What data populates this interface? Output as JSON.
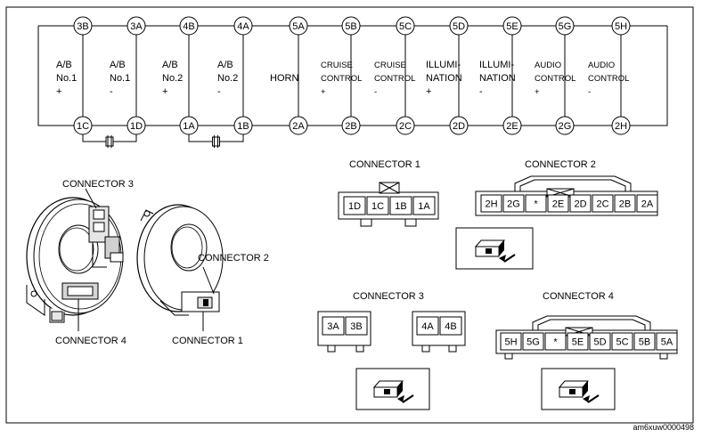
{
  "wiring": {
    "columns": [
      {
        "top": "3B",
        "bottom": "1C",
        "label": [
          "A/B",
          "No.1",
          "+"
        ]
      },
      {
        "top": "3A",
        "bottom": "1D",
        "label": [
          "A/B",
          "No.1",
          "-"
        ]
      },
      {
        "top": "4B",
        "bottom": "1A",
        "label": [
          "A/B",
          "No.2",
          "+"
        ]
      },
      {
        "top": "4A",
        "bottom": "1B",
        "label": [
          "A/B",
          "No.2",
          "-"
        ]
      },
      {
        "top": "5A",
        "bottom": "2A",
        "label": [
          "HORN"
        ]
      },
      {
        "top": "5B",
        "bottom": "2B",
        "label": [
          "CRUISE",
          "CONTROL",
          "+"
        ]
      },
      {
        "top": "5C",
        "bottom": "2C",
        "label": [
          "CRUISE",
          "CONTROL",
          "-"
        ]
      },
      {
        "top": "5D",
        "bottom": "2D",
        "label": [
          "ILLUMI-",
          "NATION",
          "+"
        ]
      },
      {
        "top": "5E",
        "bottom": "2E",
        "label": [
          "ILLUMI-",
          "NATION",
          "-"
        ]
      },
      {
        "top": "5G",
        "bottom": "2G",
        "label": [
          "AUDIO",
          "CONTROL",
          "+"
        ]
      },
      {
        "top": "5H",
        "bottom": "2H",
        "label": [
          "AUDIO",
          "CONTROL",
          "-"
        ]
      }
    ]
  },
  "connectors": {
    "c1": {
      "title": "CONNECTOR 1",
      "pins": [
        "1D",
        "1C",
        "1B",
        "1A"
      ]
    },
    "c2": {
      "title": "CONNECTOR 2",
      "pins": [
        "2H",
        "2G",
        "*",
        "2E",
        "2D",
        "2C",
        "2B",
        "2A"
      ]
    },
    "c3": {
      "title": "CONNECTOR 3",
      "left": [
        "3A",
        "3B"
      ],
      "right": [
        "4A",
        "4B"
      ]
    },
    "c4": {
      "title": "CONNECTOR 4",
      "pins": [
        "5H",
        "5G",
        "*",
        "5E",
        "5D",
        "5C",
        "5B",
        "5A"
      ]
    }
  },
  "callouts": {
    "connector3": "CONNECTOR 3",
    "connector2": "CONNECTOR 2",
    "connector4": "CONNECTOR 4",
    "connector1": "CONNECTOR 1"
  },
  "code": "am6xuw0000498"
}
